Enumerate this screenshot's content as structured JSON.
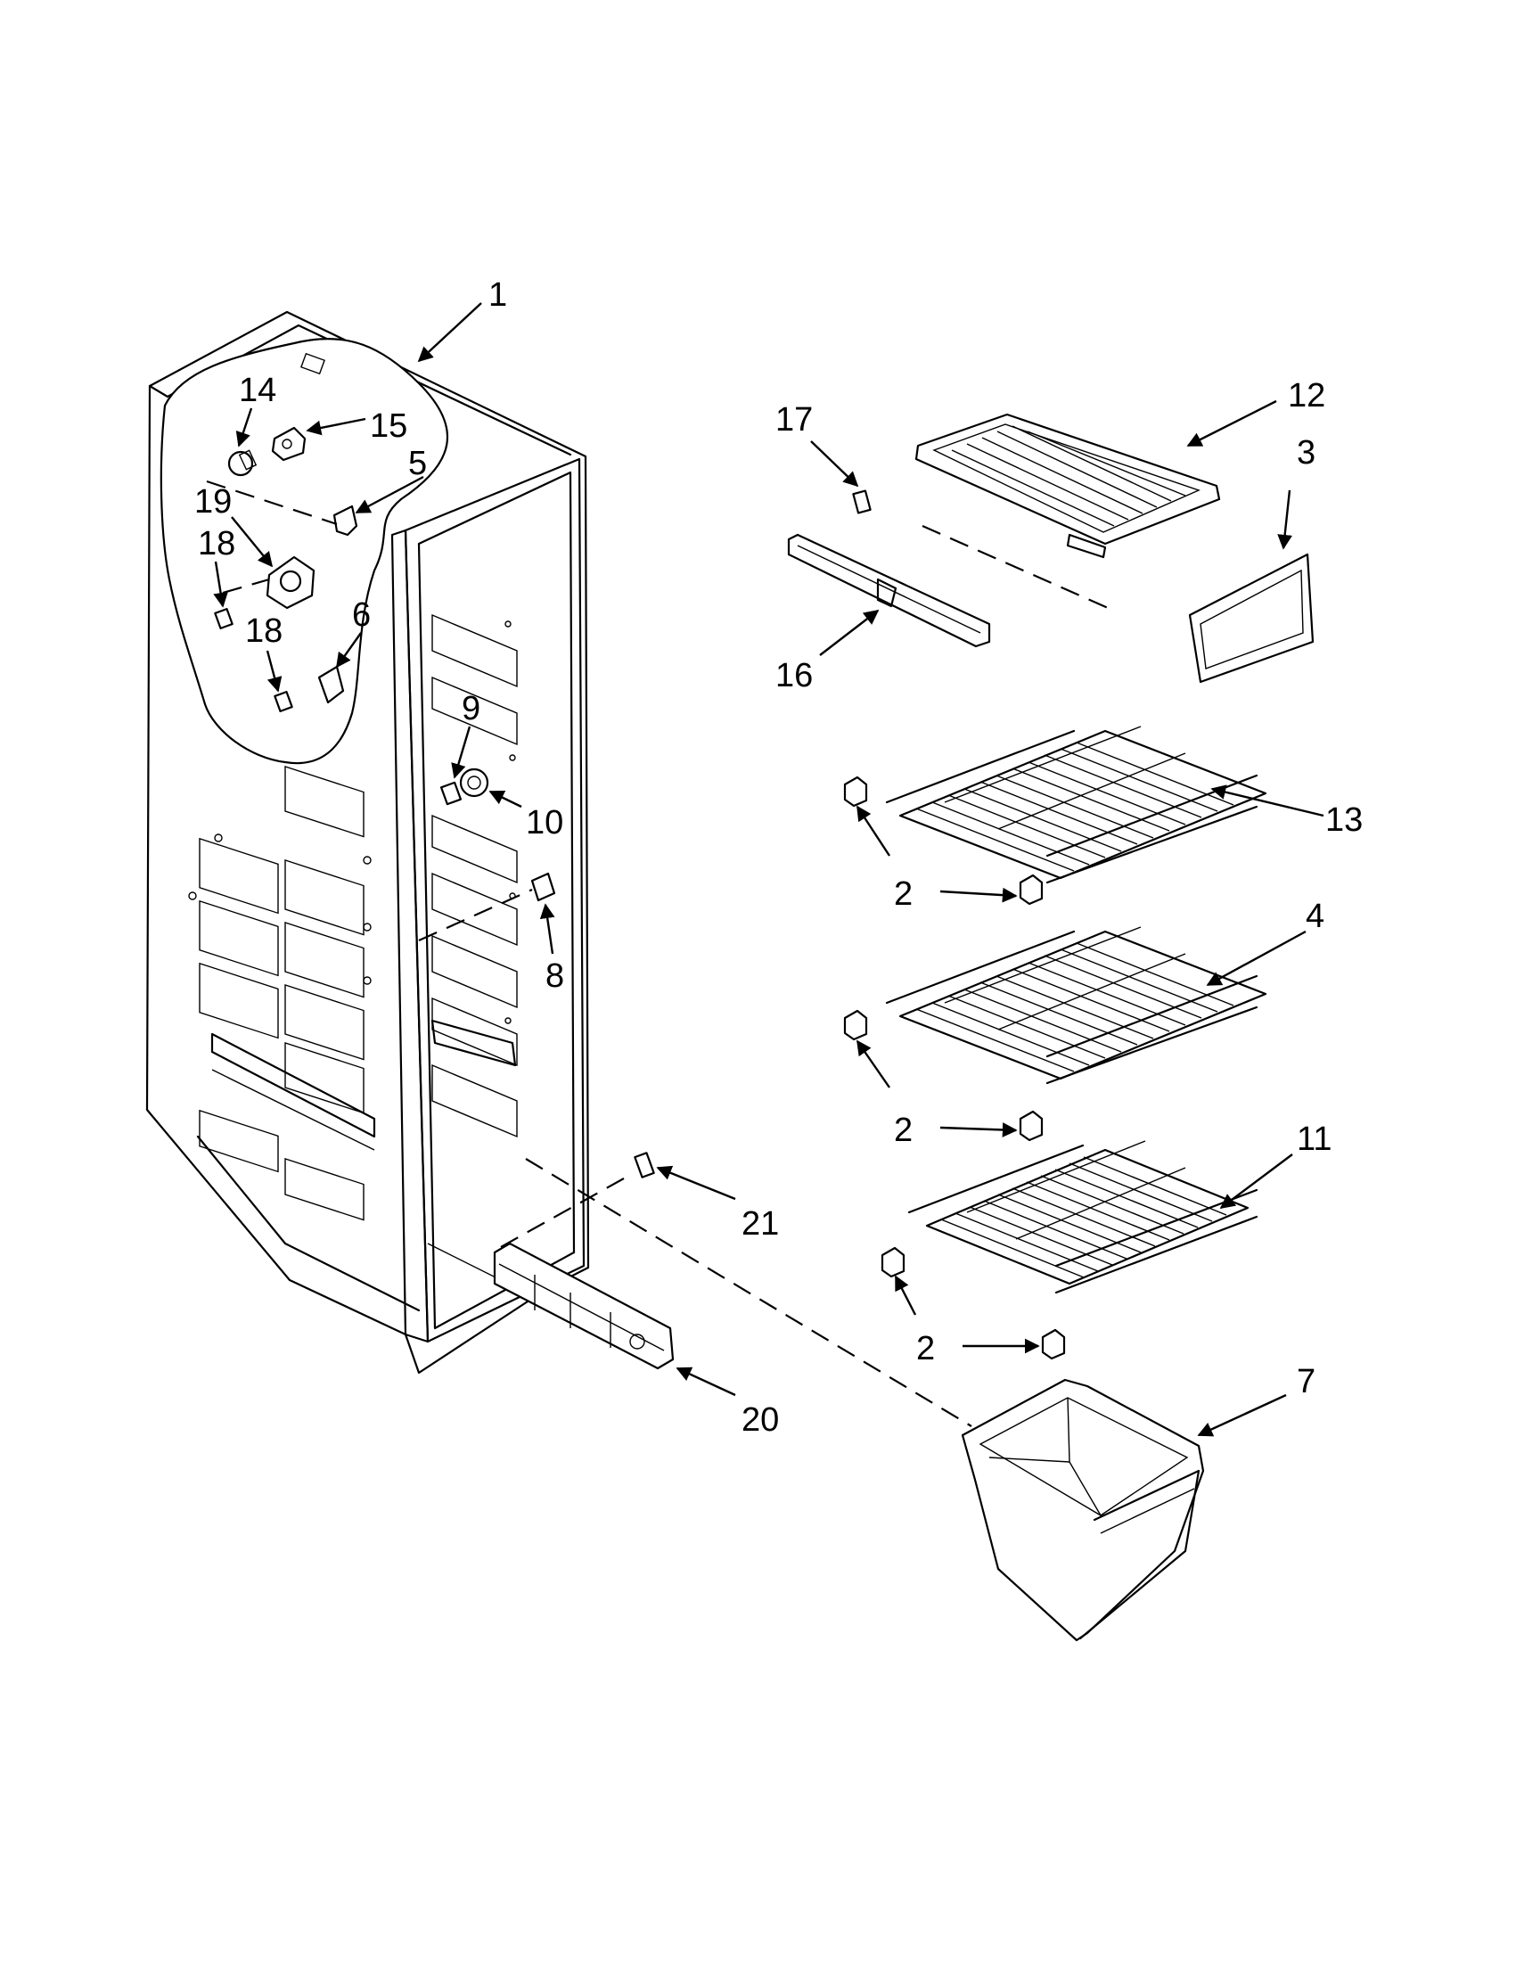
{
  "callouts": {
    "c1": "1",
    "c2a": "2",
    "c2b": "2",
    "c2c": "2",
    "c3": "3",
    "c4": "4",
    "c5": "5",
    "c6": "6",
    "c7": "7",
    "c8": "8",
    "c9": "9",
    "c10": "10",
    "c11": "11",
    "c12": "12",
    "c13": "13",
    "c14": "14",
    "c15": "15",
    "c16": "16",
    "c17": "17",
    "c18a": "18",
    "c18b": "18",
    "c19": "19",
    "c20": "20",
    "c21": "21"
  }
}
